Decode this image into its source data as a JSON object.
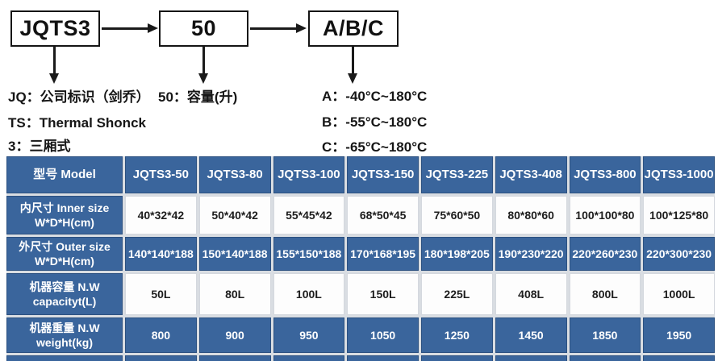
{
  "flow": {
    "boxes": [
      "JQTS3",
      "50",
      "A/B/C"
    ],
    "notes_left": [
      "JQ：公司标识（剑乔）",
      "TS：Thermal Shonck",
      "3：三厢式"
    ],
    "notes_mid": [
      "50：容量(升)"
    ],
    "notes_right": [
      "A：-40°C~180°C",
      "B：-55°C~180°C",
      "C：-65°C~180°C"
    ]
  },
  "table": {
    "headers": [
      "型号 Model",
      "JQTS3-50",
      "JQTS3-80",
      "JQTS3-100",
      "JQTS3-150",
      "JQTS3-225",
      "JQTS3-408",
      "JQTS3-800",
      "JQTS3-1000"
    ],
    "rows": [
      {
        "label_line1": "内尺寸 Inner size",
        "label_line2": "W*D*H(cm)",
        "values": [
          "40*32*42",
          "50*40*42",
          "55*45*42",
          "68*50*45",
          "75*60*50",
          "80*80*60",
          "100*100*80",
          "100*125*80"
        ]
      },
      {
        "label_line1": "外尺寸 Outer size",
        "label_line2": "W*D*H(cm)",
        "values": [
          "140*140*188",
          "150*140*188",
          "155*150*188",
          "170*168*195",
          "180*198*205",
          "190*230*220",
          "220*260*230",
          "220*300*230"
        ]
      },
      {
        "label_line1": "机器容量 N.W",
        "label_line2": "capacityt(L)",
        "values": [
          "50L",
          "80L",
          "100L",
          "150L",
          "225L",
          "408L",
          "800L",
          "1000L"
        ]
      },
      {
        "label_line1": "机器重量 N.W",
        "label_line2": "weight(kg)",
        "values": [
          "800",
          "900",
          "950",
          "1050",
          "1250",
          "1450",
          "1850",
          "1950"
        ]
      }
    ]
  },
  "colors": {
    "cell_blue": "#3a659c",
    "grid_gap": "#d9dde2",
    "text_dark": "#161616",
    "text_on_blue": "#ffffff"
  }
}
